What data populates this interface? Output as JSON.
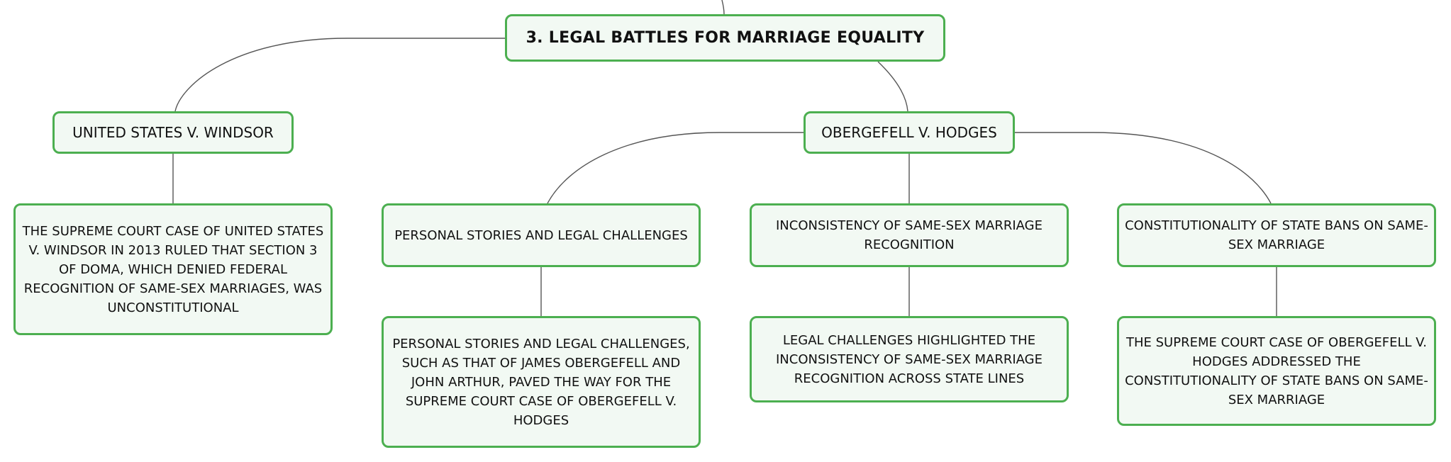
{
  "diagram": {
    "root": {
      "label": "3. LEGAL BATTLES FOR MARRIAGE EQUALITY"
    },
    "windsor": {
      "label": "UNITED STATES V. WINDSOR",
      "detail": "THE SUPREME COURT CASE OF UNITED STATES V. WINDSOR IN 2013 RULED THAT SECTION 3 OF DOMA, WHICH DENIED FEDERAL RECOGNITION OF SAME-SEX MARRIAGES, WAS UNCONSTITUTIONAL"
    },
    "obergefell": {
      "label": "OBERGEFELL V. HODGES",
      "children": [
        {
          "label": "PERSONAL STORIES AND LEGAL CHALLENGES",
          "detail": "PERSONAL STORIES AND LEGAL CHALLENGES, SUCH AS THAT OF JAMES OBERGEFELL AND JOHN ARTHUR, PAVED THE WAY FOR THE SUPREME COURT CASE OF OBERGEFELL V. HODGES"
        },
        {
          "label": "INCONSISTENCY OF SAME-SEX MARRIAGE RECOGNITION",
          "detail": "LEGAL CHALLENGES HIGHLIGHTED THE INCONSISTENCY OF SAME-SEX MARRIAGE RECOGNITION ACROSS STATE LINES"
        },
        {
          "label": "CONSTITUTIONALITY OF STATE BANS ON SAME-SEX MARRIAGE",
          "detail": "THE SUPREME COURT CASE OF OBERGEFELL V. HODGES ADDRESSED THE CONSTITUTIONALITY OF STATE BANS ON SAME-SEX MARRIAGE"
        }
      ]
    },
    "colors": {
      "node_border": "#4caf50",
      "node_fill": "#f2f9f3",
      "connector": "#555555",
      "text": "#111111"
    }
  }
}
